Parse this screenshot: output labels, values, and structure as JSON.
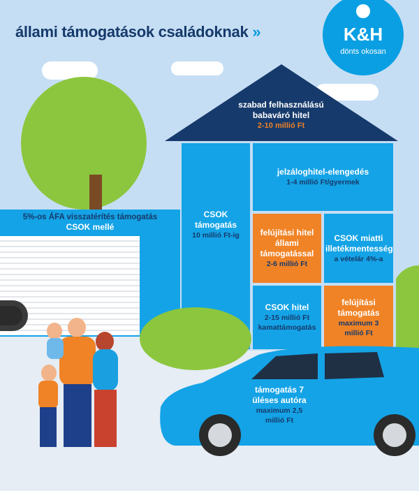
{
  "header": {
    "title": "állami támogatások családoknak",
    "chevron": "»"
  },
  "logo": {
    "brand": "K&H",
    "tagline": "dönts okosan"
  },
  "roof": {
    "title": "szabad felhasználású babaváró hitel",
    "amount": "2-10 millió Ft"
  },
  "blocks": [
    {
      "title": "CSOK támogatás",
      "detail": "10 millió Ft-ig"
    },
    {
      "title": "jelzáloghitel-elengedés",
      "detail": "1-4 millió Ft/gyermek"
    },
    {
      "title": "felújítási hitel állami támogatással",
      "detail": "2-6 millió Ft"
    },
    {
      "title": "CSOK miatti illetékmentesség",
      "detail": "a vételár 4%-a"
    },
    {
      "title": "CSOK hitel",
      "detail": "2-15 millió Ft kamattámogatás"
    },
    {
      "title": "felújítási támogatás",
      "detail": "maximum 3 millió Ft"
    }
  ],
  "garage": {
    "line1": "5%-os ÁFA visszatérítés támogatás",
    "line2": "CSOK mellé"
  },
  "car": {
    "title": "támogatás 7 üléses autóra",
    "detail": "maximum 2,5 millió Ft"
  },
  "colors": {
    "navy": "#163a6b",
    "blue": "#14a3e6",
    "orange": "#f08326",
    "green": "#8cc63e"
  }
}
